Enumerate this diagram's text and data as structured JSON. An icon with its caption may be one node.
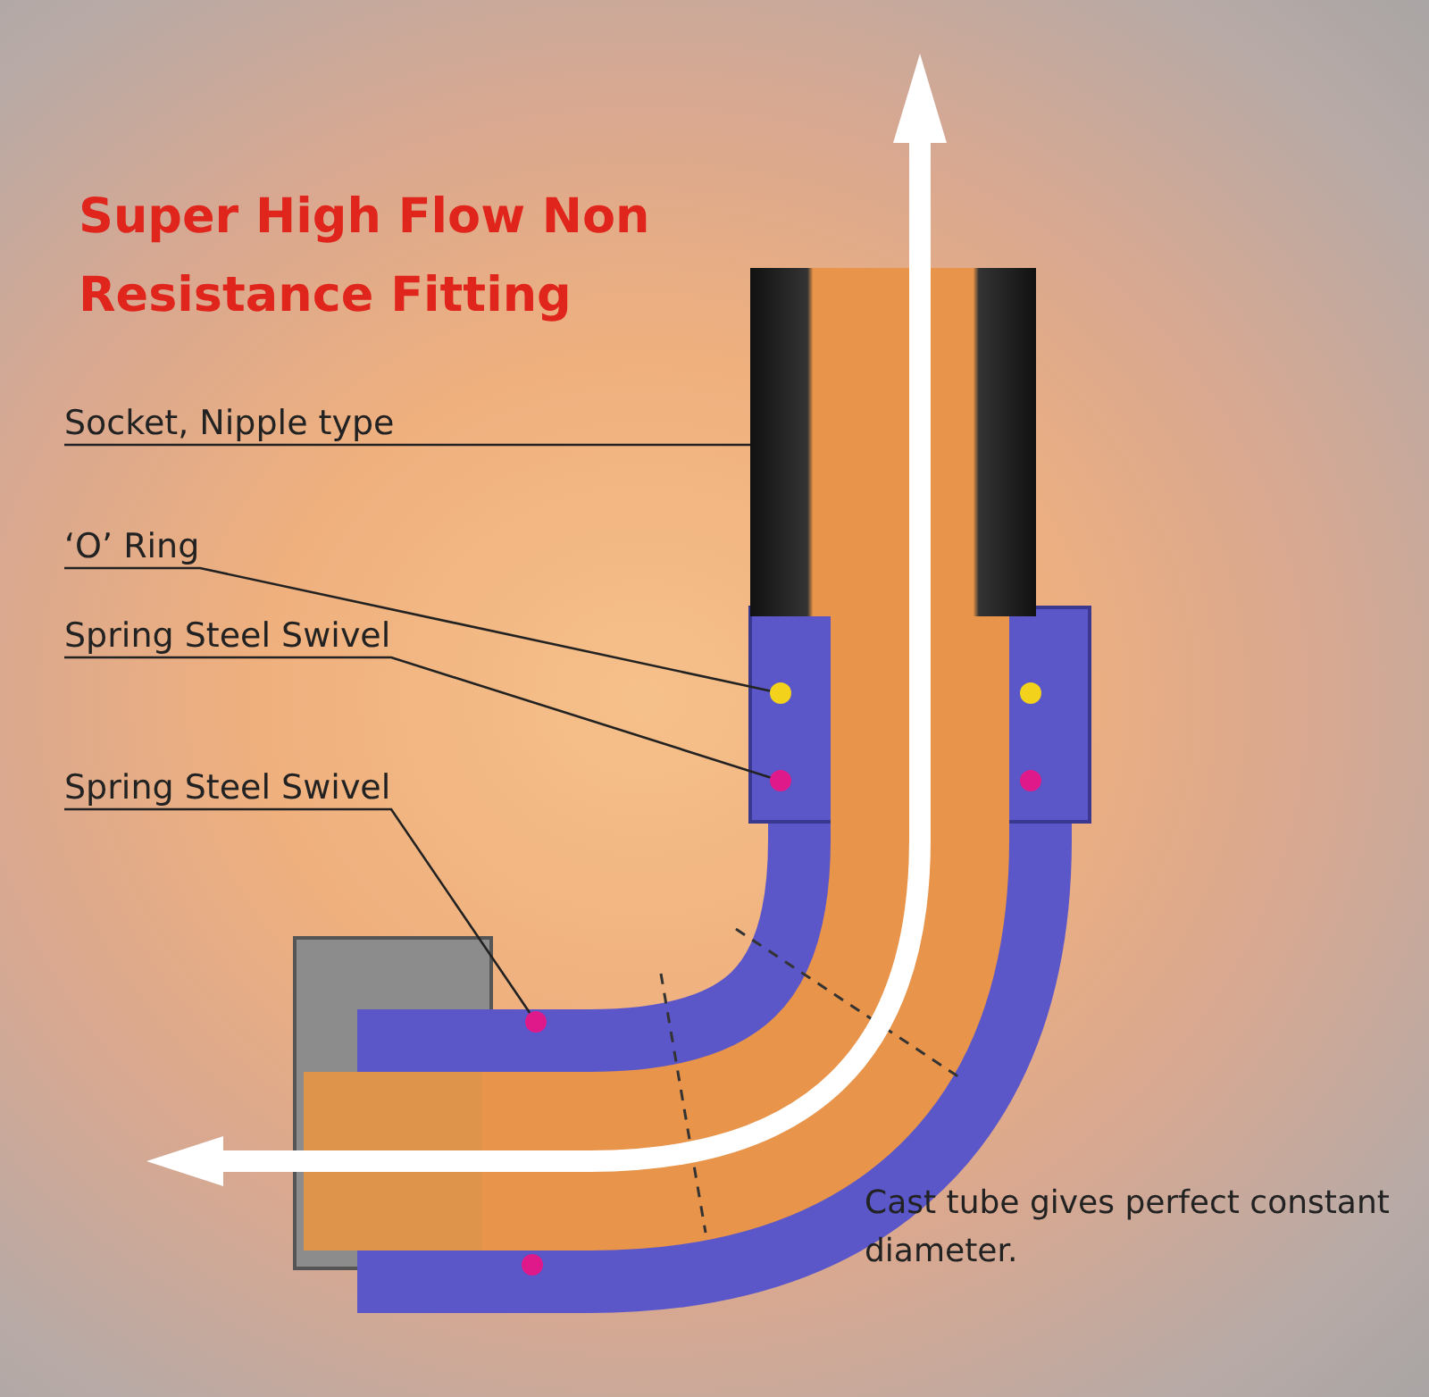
{
  "diagram": {
    "title": "Super High Flow Non Resistance Fitting",
    "nodes": [
      {
        "text": [
          "Socket, Nipple type"
        ]
      },
      {
        "text": [],
        "shape": "picture"
      },
      {
        "text": [
          "‘O’ Ring"
        ]
      },
      {
        "text": [],
        "shape": "circle"
      },
      {
        "text": [
          "Spring Steel Swivel"
        ]
      },
      {
        "text": [],
        "shape": "circle"
      },
      {
        "text": [
          "Spring Steel Swivel"
        ]
      },
      {
        "text": [],
        "shape": "circle"
      }
    ],
    "edges": [
      {
        "from": 0,
        "to": 1,
        "arrow": "none"
      },
      {
        "from": 2,
        "to": 3,
        "arrow": "none"
      },
      {
        "from": 4,
        "to": 5,
        "arrow": "none"
      },
      {
        "from": 6,
        "to": 7,
        "arrow": "none"
      }
    ],
    "labels": [
      "Cast tube gives perfect constant diameter."
    ]
  }
}
